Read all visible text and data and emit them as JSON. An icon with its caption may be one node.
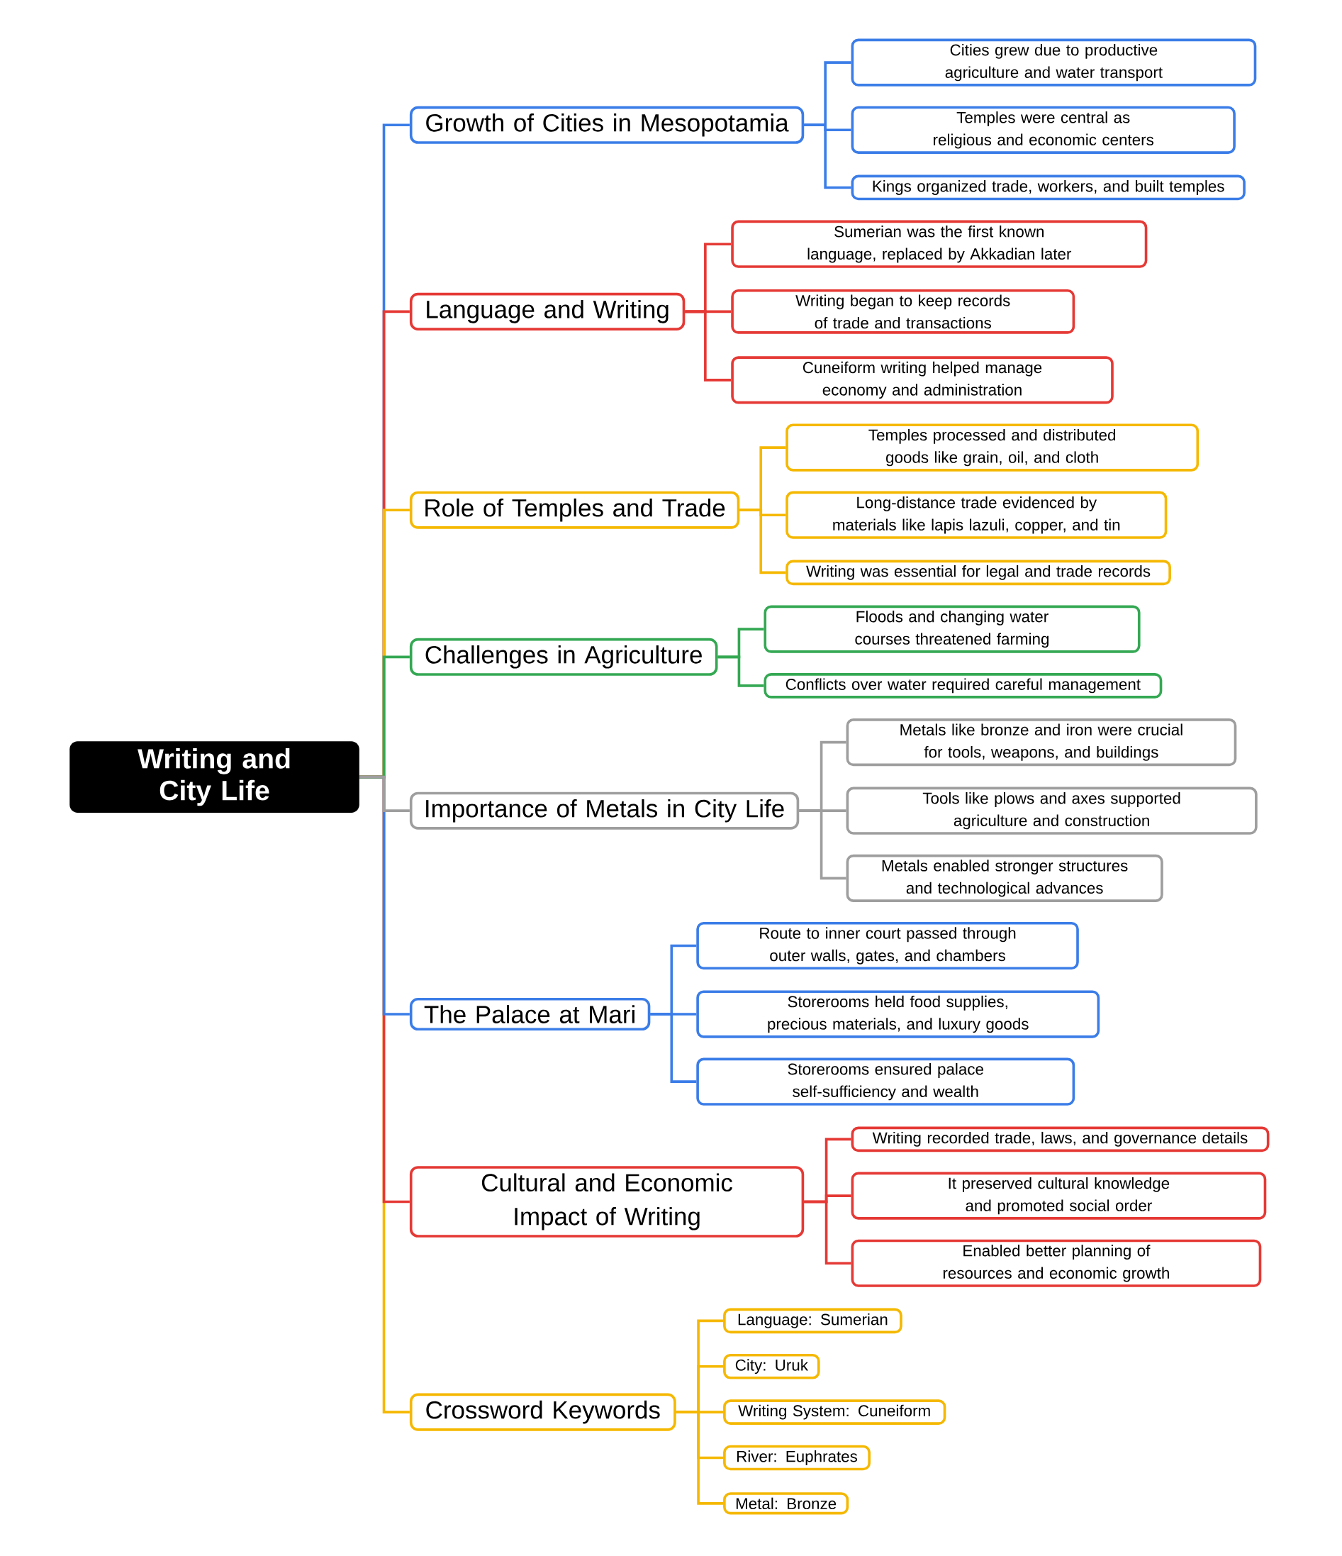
{
  "diagram": {
    "nodes": [
      {
        "text": [
          "Writing and City Life"
        ]
      },
      {
        "text": [
          "Growth of Cities in Mesopotamia"
        ]
      },
      {
        "text": [
          "Cities grew due to productive agriculture and water transport"
        ]
      },
      {
        "text": [
          "Temples were central as religious and economic centers"
        ]
      },
      {
        "text": [
          "Kings organized trade, workers, and built temples"
        ]
      },
      {
        "text": [
          "Language and Writing"
        ]
      },
      {
        "text": [
          "Sumerian was the first known language, replaced by Akkadian later"
        ]
      },
      {
        "text": [
          "Writing began to keep records of trade and transactions"
        ]
      },
      {
        "text": [
          "Cuneiform writing helped manage economy and administration"
        ]
      },
      {
        "text": [
          "Role of Temples and Trade"
        ]
      },
      {
        "text": [
          "Temples processed and distributed goods like grain, oil, and cloth"
        ]
      },
      {
        "text": [
          "Long-distance trade evidenced by materials like lapis lazuli, copper, and tin"
        ]
      },
      {
        "text": [
          "Writing was essential for legal and trade records"
        ]
      },
      {
        "text": [
          "Challenges in Agriculture"
        ]
      },
      {
        "text": [
          "Floods and changing water courses threatened farming"
        ]
      },
      {
        "text": [
          "Conflicts over water required careful management"
        ]
      },
      {
        "text": [
          "Importance of Metals in City Life"
        ]
      },
      {
        "text": [
          "Metals like bronze and iron were crucial for tools, weapons, and buildings"
        ]
      },
      {
        "text": [
          "Tools like plows and axes supported agriculture and construction"
        ]
      },
      {
        "text": [
          "Metals enabled stronger structures and technological advances"
        ]
      },
      {
        "text": [
          "The Palace at Mari"
        ]
      },
      {
        "text": [
          "Route to inner court passed through outer walls, gates, and chambers"
        ]
      },
      {
        "text": [
          "Storerooms held food supplies, precious materials, and luxury goods"
        ]
      },
      {
        "text": [
          "Storerooms ensured palace self-sufficiency and wealth"
        ]
      },
      {
        "text": [
          "Cultural and Economic Impact of Writing"
        ]
      },
      {
        "text": [
          "Writing recorded trade, laws, and governance details"
        ]
      },
      {
        "text": [
          "It preserved cultural knowledge and promoted social order"
        ]
      },
      {
        "text": [
          "Enabled better planning of resources and economic growth"
        ]
      },
      {
        "text": [
          "Crossword Keywords"
        ]
      },
      {
        "text": [
          "Language: Sumerian"
        ]
      },
      {
        "text": [
          "City: Uruk"
        ]
      },
      {
        "text": [
          "Writing System: Cuneiform"
        ]
      },
      {
        "text": [
          "River: Euphrates"
        ]
      },
      {
        "text": [
          "Metal: Bronze"
        ]
      }
    ],
    "edges": [
      {
        "from": 0,
        "to": 1,
        "arrow": "none",
        "color": "#3b7de8"
      },
      {
        "from": 1,
        "to": 2,
        "arrow": "none",
        "color": "#3b7de8"
      },
      {
        "from": 1,
        "to": 3,
        "arrow": "none",
        "color": "#3b7de8"
      },
      {
        "from": 1,
        "to": 4,
        "arrow": "none",
        "color": "#3b7de8"
      },
      {
        "from": 0,
        "to": 5,
        "arrow": "none",
        "color": "#e53935"
      },
      {
        "from": 5,
        "to": 6,
        "arrow": "none",
        "color": "#e53935"
      },
      {
        "from": 5,
        "to": 7,
        "arrow": "none",
        "color": "#e53935"
      },
      {
        "from": 5,
        "to": 8,
        "arrow": "none",
        "color": "#e53935"
      },
      {
        "from": 0,
        "to": 9,
        "arrow": "none",
        "color": "#f5b800"
      },
      {
        "from": 9,
        "to": 10,
        "arrow": "none",
        "color": "#f5b800"
      },
      {
        "from": 9,
        "to": 11,
        "arrow": "none",
        "color": "#f5b800"
      },
      {
        "from": 9,
        "to": 12,
        "arrow": "none",
        "color": "#f5b800"
      },
      {
        "from": 0,
        "to": 13,
        "arrow": "none",
        "color": "#34a853"
      },
      {
        "from": 13,
        "to": 14,
        "arrow": "none",
        "color": "#34a853"
      },
      {
        "from": 13,
        "to": 15,
        "arrow": "none",
        "color": "#34a853"
      },
      {
        "from": 0,
        "to": 16,
        "arrow": "none",
        "color": "#9e9e9e"
      },
      {
        "from": 16,
        "to": 17,
        "arrow": "none",
        "color": "#9e9e9e"
      },
      {
        "from": 16,
        "to": 18,
        "arrow": "none",
        "color": "#9e9e9e"
      },
      {
        "from": 16,
        "to": 19,
        "arrow": "none",
        "color": "#9e9e9e"
      },
      {
        "from": 0,
        "to": 20,
        "arrow": "none",
        "color": "#3b7de8"
      },
      {
        "from": 20,
        "to": 21,
        "arrow": "none",
        "color": "#3b7de8"
      },
      {
        "from": 20,
        "to": 22,
        "arrow": "none",
        "color": "#3b7de8"
      },
      {
        "from": 20,
        "to": 23,
        "arrow": "none",
        "color": "#3b7de8"
      },
      {
        "from": 0,
        "to": 24,
        "arrow": "none",
        "color": "#e53935"
      },
      {
        "from": 24,
        "to": 25,
        "arrow": "none",
        "color": "#e53935"
      },
      {
        "from": 24,
        "to": 26,
        "arrow": "none",
        "color": "#e53935"
      },
      {
        "from": 24,
        "to": 27,
        "arrow": "none",
        "color": "#e53935"
      },
      {
        "from": 0,
        "to": 28,
        "arrow": "none",
        "color": "#f5b800"
      },
      {
        "from": 28,
        "to": 29,
        "arrow": "none",
        "color": "#f5b800"
      },
      {
        "from": 28,
        "to": 30,
        "arrow": "none",
        "color": "#f5b800"
      },
      {
        "from": 28,
        "to": 31,
        "arrow": "none",
        "color": "#f5b800"
      },
      {
        "from": 28,
        "to": 32,
        "arrow": "none",
        "color": "#f5b800"
      },
      {
        "from": 28,
        "to": 33,
        "arrow": "none",
        "color": "#f5b800"
      }
    ]
  }
}
